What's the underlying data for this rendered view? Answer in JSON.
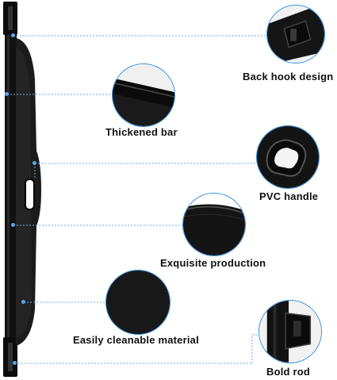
{
  "accent_color": "#2f8fe3",
  "product": {
    "name_icon": "cargo-cover-icon",
    "color": "#111111"
  },
  "features": [
    {
      "label": "Back hook design",
      "icon": "back-hook-icon"
    },
    {
      "label": "Thickened bar",
      "icon": "thickened-bar-icon"
    },
    {
      "label": "PVC handle",
      "icon": "pvc-handle-icon"
    },
    {
      "label": "Exquisite production",
      "icon": "exquisite-production-icon"
    },
    {
      "label": "Easily cleanable material",
      "icon": "cleanable-material-icon"
    },
    {
      "label": "Bold rod",
      "icon": "bold-rod-icon"
    }
  ]
}
